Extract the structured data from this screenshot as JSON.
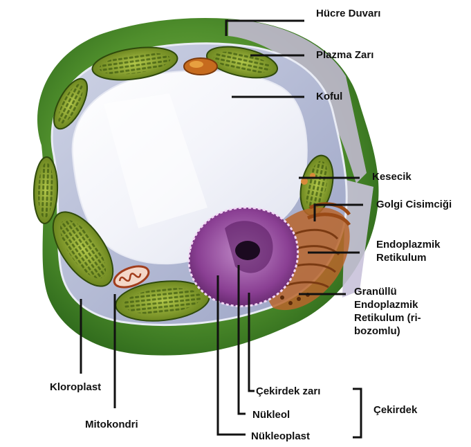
{
  "labels": {
    "hucre_duvari": "Hücre Duvarı",
    "plazma_zari": "Plazma Zarı",
    "koful": "Koful",
    "kesecik": "Kesecik",
    "golgi": "Golgi Cisimciği",
    "endoplazmik": "Endoplazmik\nRetikulum",
    "granullu": "Granüllü\nEndoplazmik\nRetikulum (ri-\nbozomlu)",
    "kloroplast": "Kloroplast",
    "mitokondri": "Mitokondri",
    "cekirdek_zari": "Çekirdek zarı",
    "nukleol": "Nükleol",
    "nukleoplast": "Nükleoplast",
    "cekirdek": "Çekirdek"
  },
  "colors": {
    "wall_green": "#4f8e2c",
    "cytoplasm": "#b9bfd6",
    "vacuole": "#f4f5fa",
    "chloroplast": "#7d9a24",
    "nucleus": "#8a3f93",
    "golgi": "#b8652b",
    "leader_line": "#111111"
  }
}
